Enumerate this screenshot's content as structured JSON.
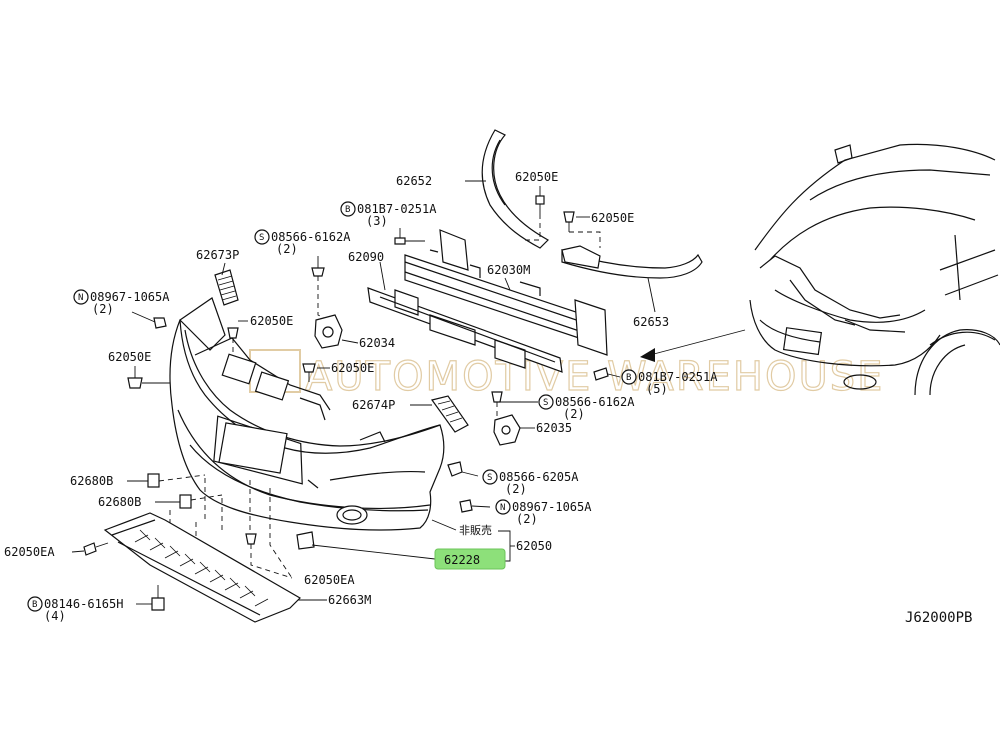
{
  "diagram_code": "J62000PB",
  "watermark": "AUTOMOTIVE WAREHOUSE",
  "highlight": {
    "part": "62228",
    "color": "#8de07a"
  },
  "labels": {
    "p62652": "62652",
    "p62050E_top": "62050E",
    "b081B7_top": "081B7-0251A",
    "b081B7_top_qty": "(3)",
    "p62050E_right": "62050E",
    "s08566_top": "08566-6162A",
    "s08566_top_qty": "(2)",
    "p62090": "62090",
    "p62030M": "62030M",
    "p62673P": "62673P",
    "n08967_left": "08967-1065A",
    "n08967_left_qty": "(2)",
    "p62050E_mid": "62050E",
    "p62653": "62653",
    "p62034": "62034",
    "p62050E_left": "62050E",
    "p62050E_center": "62050E",
    "b081B7_right": "081B7-0251A",
    "b081B7_right_qty": "(5)",
    "p62674P": "62674P",
    "s08566_mid": "08566-6162A",
    "s08566_mid_qty": "(2)",
    "p62035": "62035",
    "p62680B_1": "62680B",
    "p62680B_2": "62680B",
    "s08566_low": "08566-6205A",
    "s08566_low_qty": "(2)",
    "n08967_right": "08967-1065A",
    "n08967_right_qty": "(2)",
    "not_for_sale": "非販売",
    "p62050": "62050",
    "p62228": "62228",
    "p62050EA_left": "62050EA",
    "p62050EA_bottom": "62050EA",
    "b08146": "08146-6165H",
    "b08146_qty": "(4)",
    "p62663M": "62663M"
  },
  "badges": {
    "B": "B",
    "S": "S",
    "N": "N"
  }
}
